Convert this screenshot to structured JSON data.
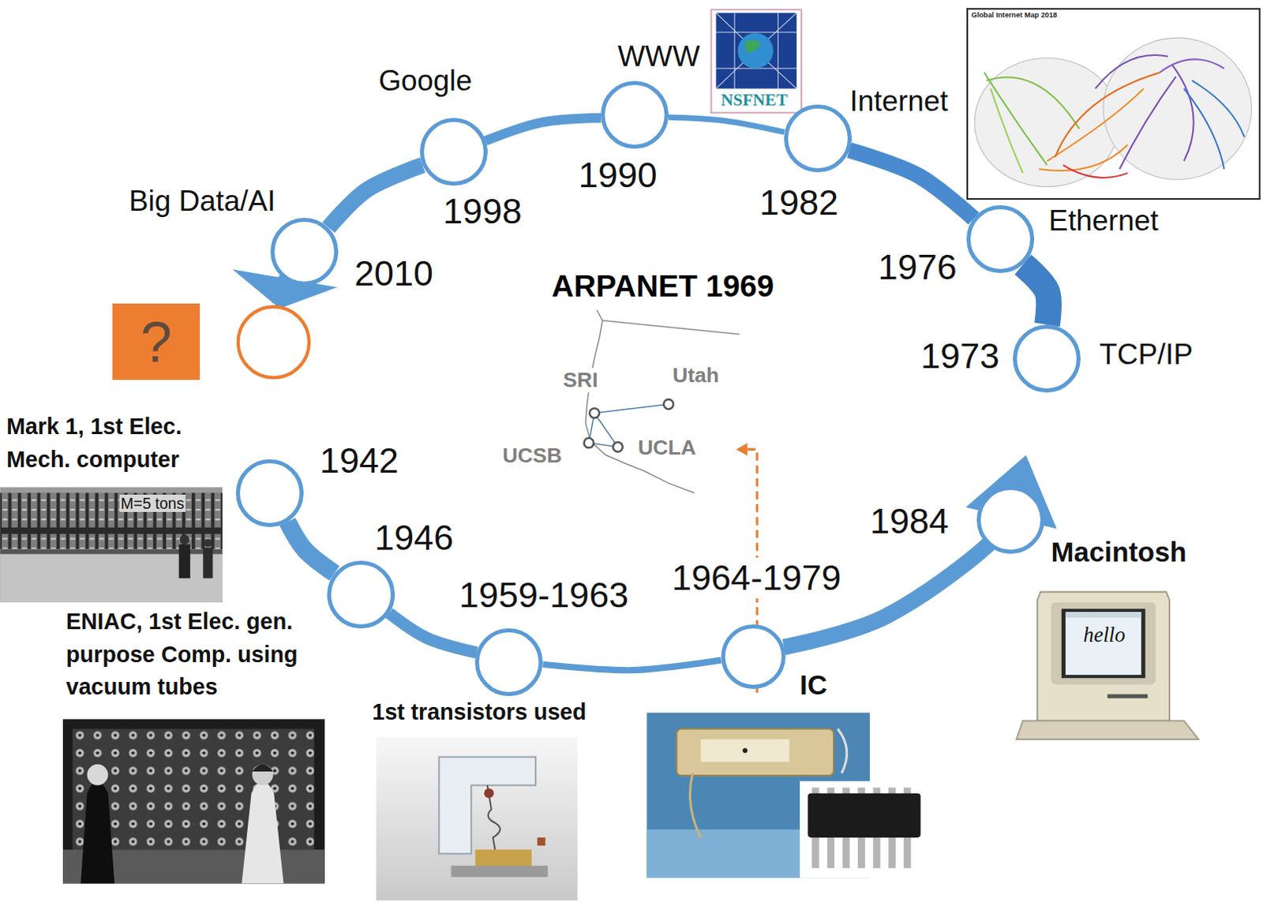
{
  "diagram": {
    "nodes": [
      {
        "text": [
          "Mark 1, 1st Elec. Mech. computer",
          "1942"
        ]
      },
      {
        "text": [
          "1946",
          "ENIAC, 1st Elec. gen. purpose Comp. using vacuum tubes"
        ]
      },
      {
        "text": [
          "1959-1963",
          "1st transistors used"
        ]
      },
      {
        "text": [
          "1964-1979",
          "IC"
        ]
      },
      {
        "text": [
          "1984",
          "Macintosh"
        ]
      },
      {
        "text": [
          "1973",
          "TCP/IP"
        ]
      },
      {
        "text": [
          "1976",
          "Ethernet"
        ]
      },
      {
        "text": [
          "1982",
          "Internet"
        ]
      },
      {
        "text": [
          "1990",
          "WWW"
        ]
      },
      {
        "text": [
          "1998",
          "Google"
        ]
      },
      {
        "text": [
          "2010",
          "Big Data/AI"
        ]
      },
      {
        "text": [
          "?"
        ]
      }
    ],
    "edges": [
      {
        "from": 0,
        "to": 1,
        "arrow": "none"
      },
      {
        "from": 1,
        "to": 2,
        "arrow": "none"
      },
      {
        "from": 2,
        "to": 3,
        "arrow": "none"
      },
      {
        "from": 3,
        "to": 4,
        "arrow": "to"
      },
      {
        "from": 5,
        "to": 6,
        "arrow": "none"
      },
      {
        "from": 6,
        "to": 7,
        "arrow": "none"
      },
      {
        "from": 7,
        "to": 8,
        "arrow": "none"
      },
      {
        "from": 8,
        "to": 9,
        "arrow": "none"
      },
      {
        "from": 9,
        "to": 10,
        "arrow": "none"
      },
      {
        "from": 10,
        "to": 11,
        "arrow": "to"
      }
    ],
    "labels": [
      "M=5 tons",
      "ARPANET 1969",
      "SRI",
      "Utah",
      "UCSB",
      "UCLA",
      "NSFNET",
      "Global Internet Map 2018",
      "hello"
    ]
  }
}
